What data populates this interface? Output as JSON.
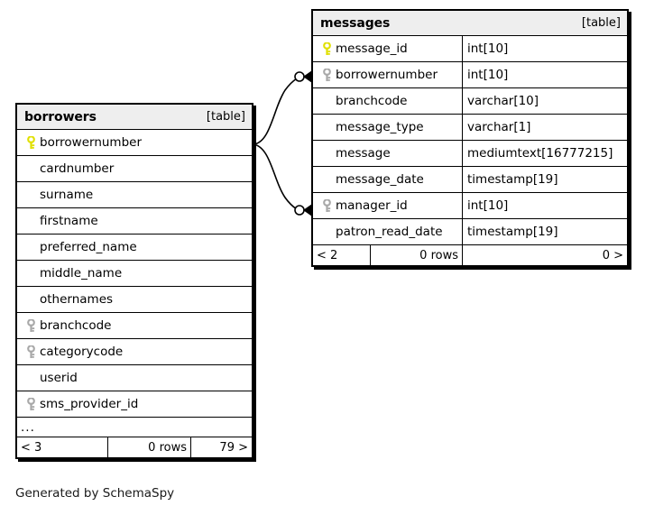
{
  "diagram": {
    "generator_note": "Generated by SchemaSpy",
    "key_icons": {
      "primary": "primary-key-icon",
      "foreign": "foreign-key-icon"
    },
    "colors": {
      "primary_key": "#e8e800",
      "foreign_key": "#a8a8a8",
      "header_background": "#eeeeee",
      "border": "#000000",
      "background": "#ffffff"
    }
  },
  "tables": [
    {
      "id": "borrowers",
      "name": "borrowers",
      "kind": "[table]",
      "columns": [
        {
          "name": "borrowernumber",
          "key": "primary",
          "type": ""
        },
        {
          "name": "cardnumber",
          "key": "none",
          "type": ""
        },
        {
          "name": "surname",
          "key": "none",
          "type": ""
        },
        {
          "name": "firstname",
          "key": "none",
          "type": ""
        },
        {
          "name": "preferred_name",
          "key": "none",
          "type": ""
        },
        {
          "name": "middle_name",
          "key": "none",
          "type": ""
        },
        {
          "name": "othernames",
          "key": "none",
          "type": ""
        },
        {
          "name": "branchcode",
          "key": "foreign",
          "type": ""
        },
        {
          "name": "categorycode",
          "key": "foreign",
          "type": ""
        },
        {
          "name": "userid",
          "key": "none",
          "type": ""
        },
        {
          "name": "sms_provider_id",
          "key": "foreign",
          "type": ""
        }
      ],
      "more_indicator": "...",
      "footer": {
        "left": "< 3",
        "middle": "0 rows",
        "right": "79 >"
      }
    },
    {
      "id": "messages",
      "name": "messages",
      "kind": "[table]",
      "columns": [
        {
          "name": "message_id",
          "key": "primary",
          "type": "int[10]"
        },
        {
          "name": "borrowernumber",
          "key": "foreign",
          "type": "int[10]"
        },
        {
          "name": "branchcode",
          "key": "none",
          "type": "varchar[10]"
        },
        {
          "name": "message_type",
          "key": "none",
          "type": "varchar[1]"
        },
        {
          "name": "message",
          "key": "none",
          "type": "mediumtext[16777215]"
        },
        {
          "name": "message_date",
          "key": "none",
          "type": "timestamp[19]"
        },
        {
          "name": "manager_id",
          "key": "foreign",
          "type": "int[10]"
        },
        {
          "name": "patron_read_date",
          "key": "none",
          "type": "timestamp[19]"
        }
      ],
      "footer": {
        "left": "< 2",
        "middle": "0 rows",
        "right": "0 >"
      }
    }
  ],
  "relationships": [
    {
      "from_table": "borrowers",
      "from_column": "borrowernumber",
      "to_table": "messages",
      "to_column": "borrowernumber"
    },
    {
      "from_table": "borrowers",
      "from_column": "borrowernumber",
      "to_table": "messages",
      "to_column": "manager_id"
    }
  ]
}
